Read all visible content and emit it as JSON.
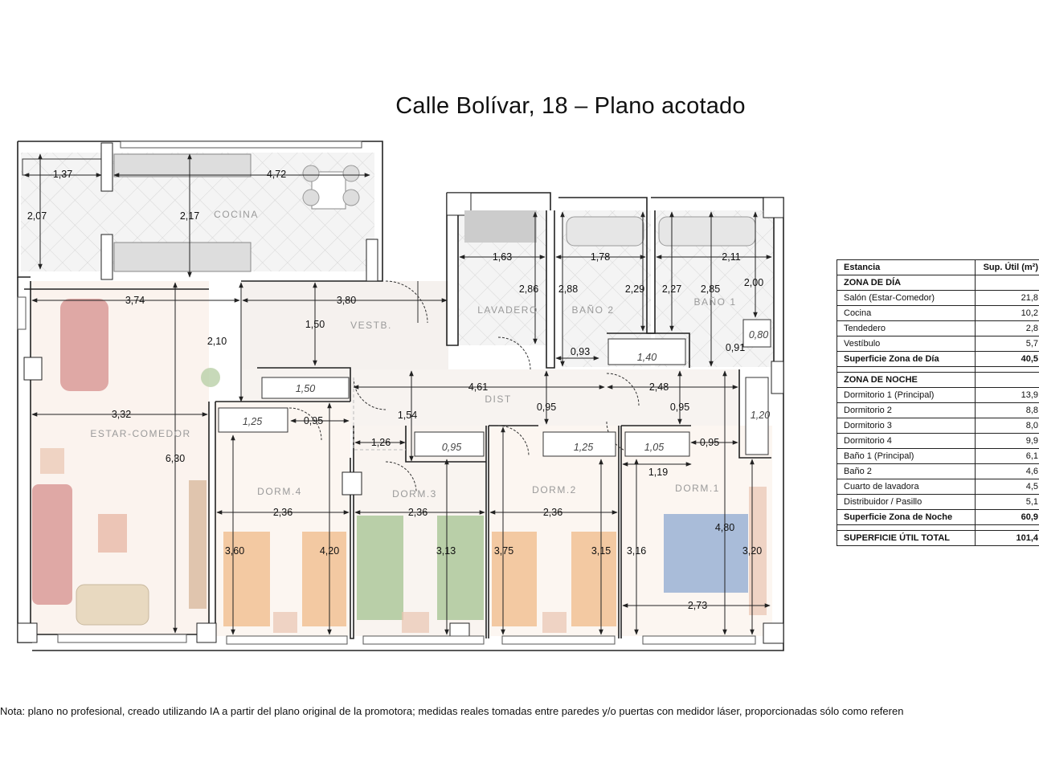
{
  "title": "Calle Bolívar, 18 – Plano acotado",
  "rooms": {
    "cocina": "COCINA",
    "lavadero": "LAVADERO",
    "bano2": "BAÑO 2",
    "bano1": "BAÑO 1",
    "vestibulo": "VESTB.",
    "dist": "DIST",
    "estar": "ESTAR-COMEDOR",
    "dorm4": "DORM.4",
    "dorm3": "DORM.3",
    "dorm2": "DORM.2",
    "dorm1": "DORM.1"
  },
  "dims": {
    "cocina_w1": "1,37",
    "cocina_w2": "4,72",
    "cocina_h1": "2,07",
    "cocina_h2": "2,17",
    "estar_w_top": "3,74",
    "vest_w": "3,80",
    "vest_h": "1,50",
    "pasillo_h": "2,10",
    "lav_w": "1,63",
    "lav_h": "2,86",
    "bano2_h1": "2,88",
    "bano2_w": "1,78",
    "bano2_h2": "2,29",
    "bano1_h1": "2,27",
    "bano1_w": "2,11",
    "bano1_h2": "2,85",
    "bano1_h3": "2,00",
    "b2_door": "0,93",
    "b1_door": "0,91",
    "closet_b1": "0,80",
    "closet_b2": "1,40",
    "closet_vest": "1,50",
    "dist_w": "4,61",
    "dist_w2": "2,48",
    "dist_door1": "0,95",
    "dist_door2": "0,95",
    "estar_w": "3,32",
    "estar_h": "6,30",
    "d4_closet": "1,25",
    "d4_door": "0,95",
    "dist_h": "1,54",
    "dist_w3": "1,26",
    "closet_d1_side": "1,20",
    "d3_closet": "0,95",
    "d2_closet": "1,25",
    "d1_closet": "1,05",
    "d1_door": "0,95",
    "d1_w_small": "1,19",
    "d4_w": "2,36",
    "d3_w": "2,36",
    "d2_w": "2,36",
    "d4_h1": "3,60",
    "d4_h2": "4,20",
    "d3_h": "3,13",
    "d2_h1": "3,75",
    "d2_h2": "3,15",
    "d1_h1": "3,16",
    "d1_h2": "4,80",
    "d1_h3": "3,20",
    "d1_w": "2,73"
  },
  "table": {
    "header": [
      "Estancia",
      "Sup. Útil (m²)"
    ],
    "zona_dia": "ZONA DE DÍA",
    "dia_rows": [
      [
        "Salón (Estar-Comedor)",
        "21,8"
      ],
      [
        "Cocina",
        "10,2"
      ],
      [
        "Tendedero",
        "2,8"
      ],
      [
        "Vestíbulo",
        "5,7"
      ]
    ],
    "dia_total": [
      "Superficie Zona de Día",
      "40,5"
    ],
    "zona_noche": "ZONA DE NOCHE",
    "noche_rows": [
      [
        "Dormitorio 1 (Principal)",
        "13,9"
      ],
      [
        "Dormitorio 2",
        "8,8"
      ],
      [
        "Dormitorio 3",
        "8,0"
      ],
      [
        "Dormitorio 4",
        "9,9"
      ],
      [
        "Baño 1 (Principal)",
        "6,1"
      ],
      [
        "Baño 2",
        "4,6"
      ],
      [
        "Cuarto de lavadora",
        "4,5"
      ],
      [
        "Distribuidor / Pasillo",
        "5,1"
      ]
    ],
    "noche_total": [
      "Superficie Zona de Noche",
      "60,9"
    ],
    "grand_total": [
      "SUPERFICIE ÚTIL TOTAL",
      "101,4"
    ]
  },
  "note": "Nota: plano no profesional, creado utilizando IA a partir del plano original de la promotora; medidas reales tomadas entre paredes y/o puertas con medidor láser, proporcionadas sólo como referen",
  "colors": {
    "bed_orange": "#f3c9a2",
    "bed_green": "#b9cfa8",
    "bed_blue": "#a9bcd9",
    "sofa_red": "#d99a98",
    "floor_tile": "#e8e8e8",
    "wood": "#d9b99d"
  }
}
